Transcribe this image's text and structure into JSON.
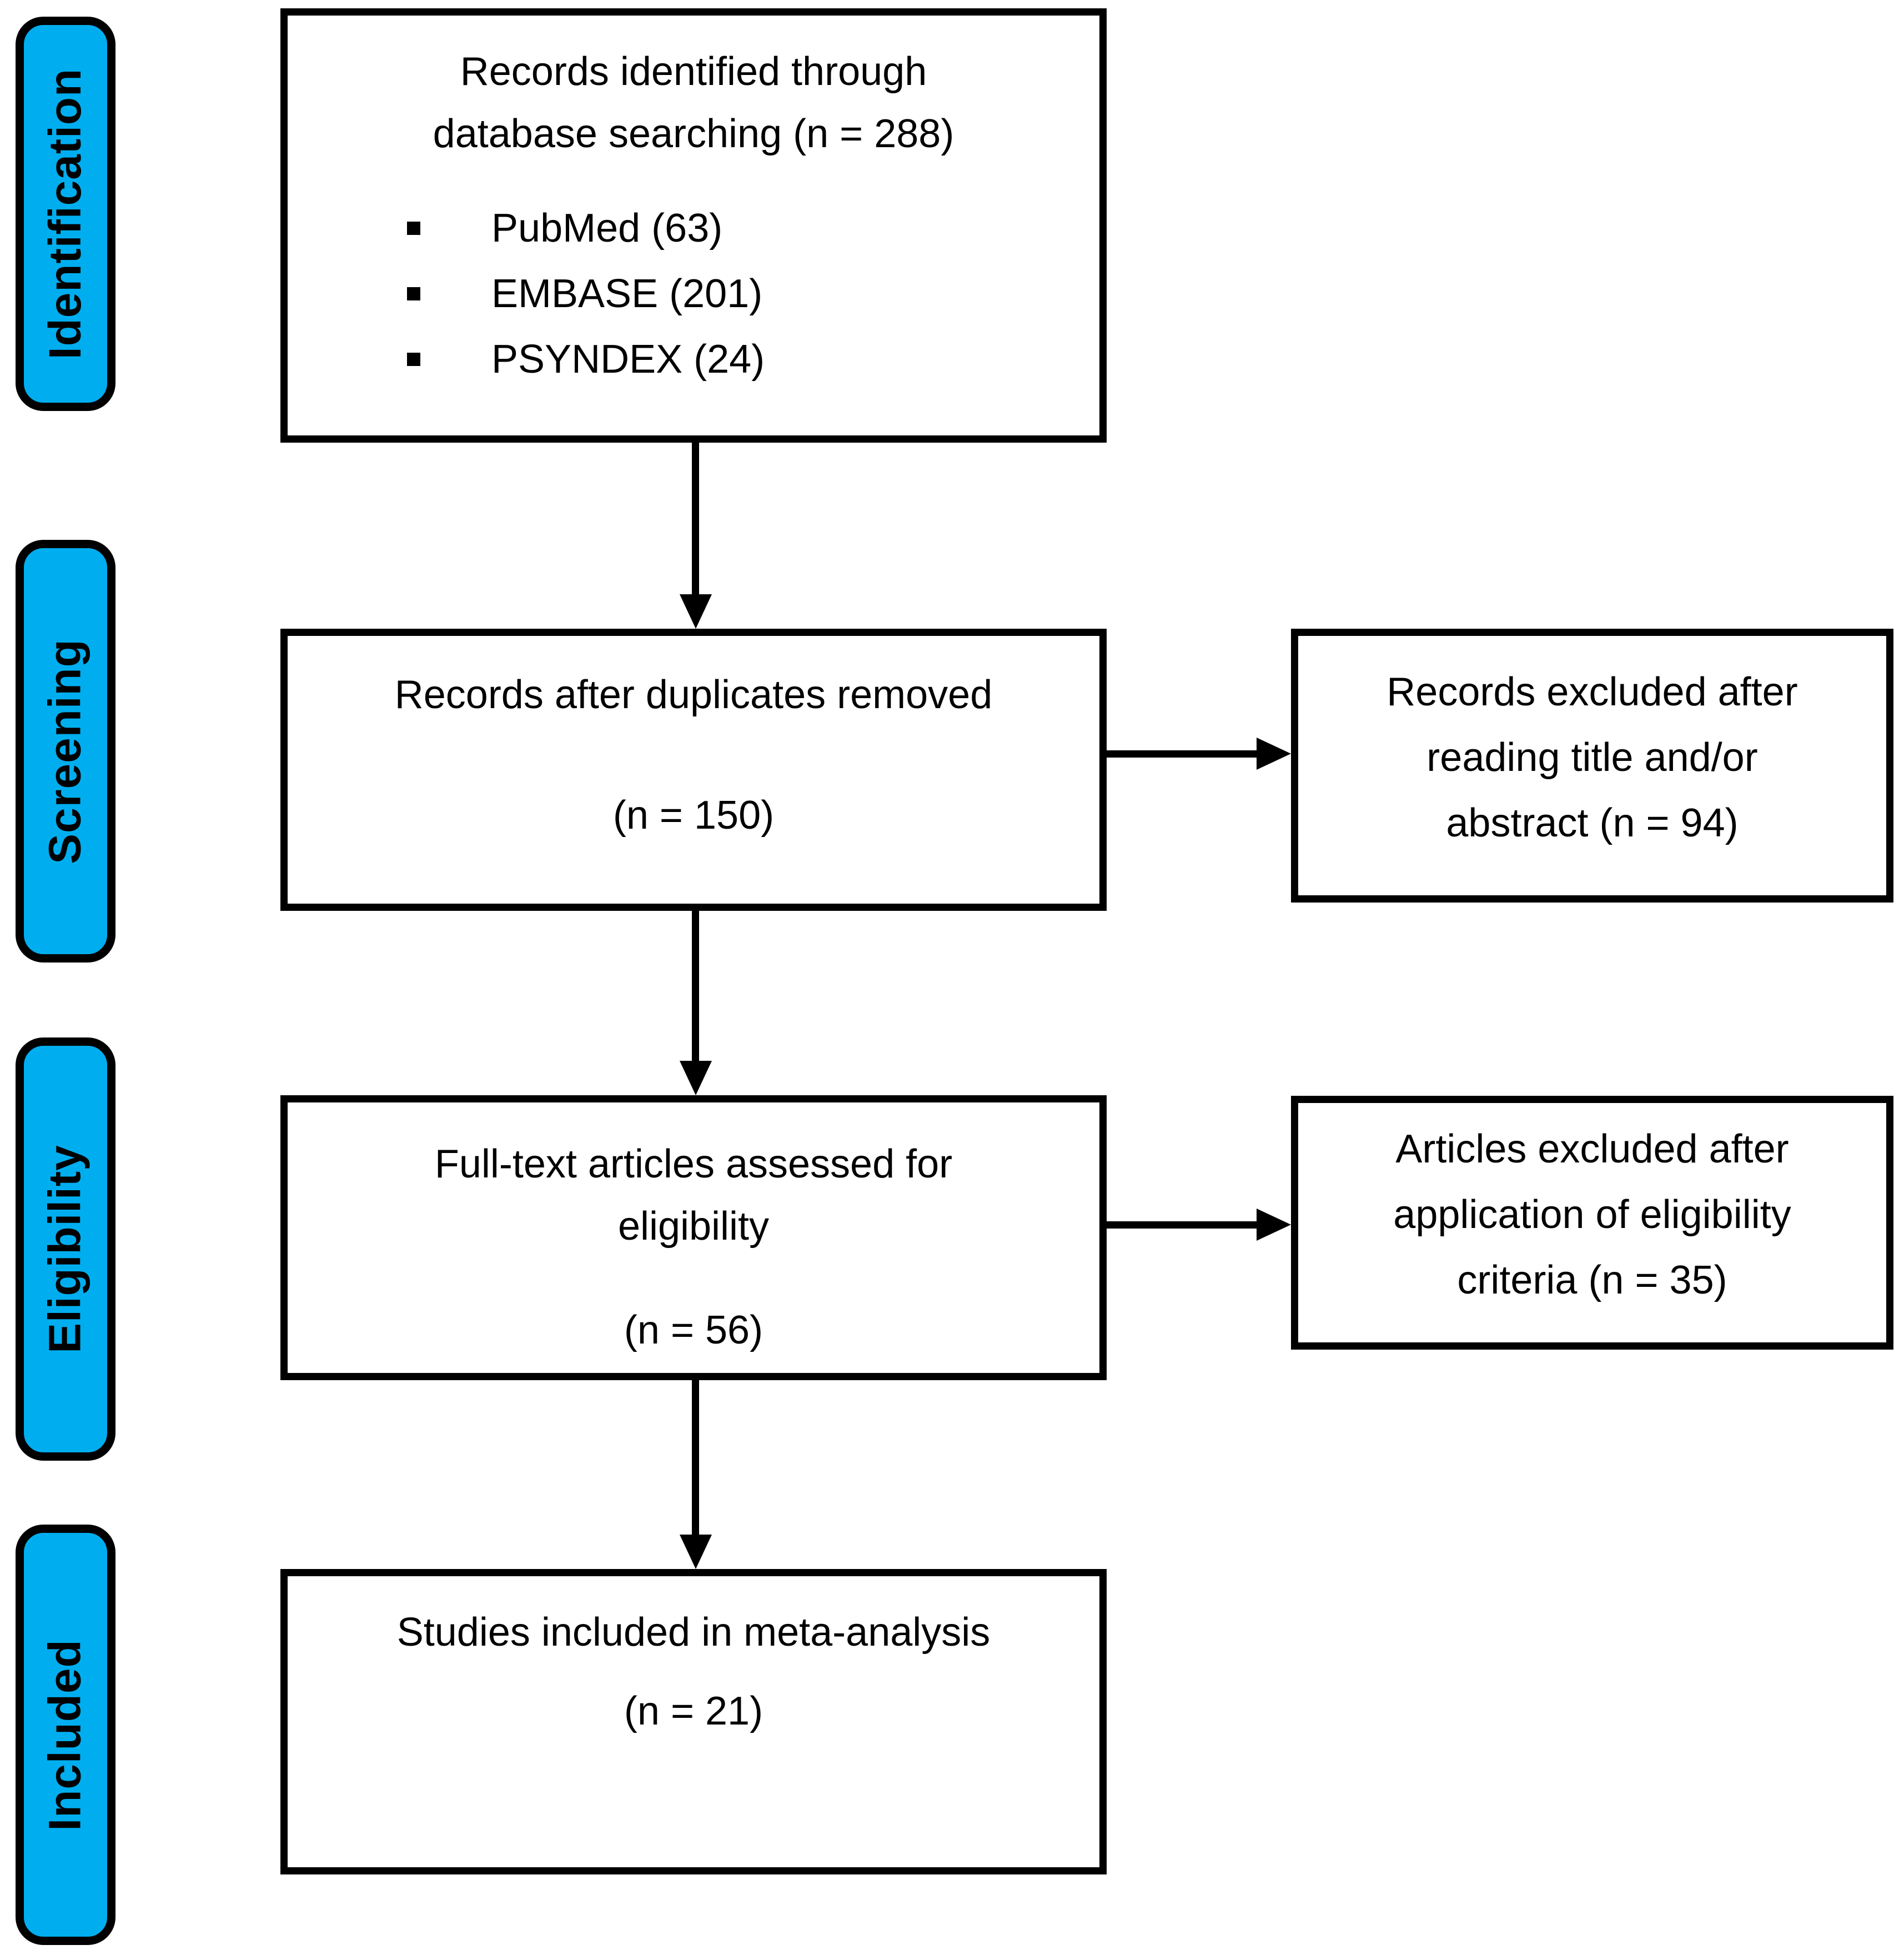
{
  "palette": {
    "stage_fill": "#00AEEF",
    "line_color": "#000000",
    "background": "#FFFFFF"
  },
  "stages": [
    {
      "label": "Identification"
    },
    {
      "label": "Screening"
    },
    {
      "label": "Eligibility"
    },
    {
      "label": "Included"
    }
  ],
  "boxes": {
    "identified": {
      "line1": "Records identified through",
      "line2": "database searching (n = 288)",
      "bullets": [
        "PubMed (63)",
        "EMBASE (201)",
        "PSYNDEX (24)"
      ]
    },
    "duplicates_removed": {
      "line1": "Records after duplicates removed",
      "count": "(n = 150)"
    },
    "excluded_title_abstract": {
      "line1": "Records excluded after",
      "line2": "reading title and/or",
      "line3": "abstract (n = 94)"
    },
    "fulltext_assessed": {
      "line1": "Full-text articles assessed for",
      "line2": "eligibility",
      "count": "(n = 56)"
    },
    "excluded_criteria": {
      "line1": "Articles excluded after",
      "line2": "application of eligibility",
      "line3": "criteria (n = 35)"
    },
    "included_meta_analysis": {
      "line1": "Studies included in meta-analysis",
      "count": "(n = 21)"
    }
  }
}
